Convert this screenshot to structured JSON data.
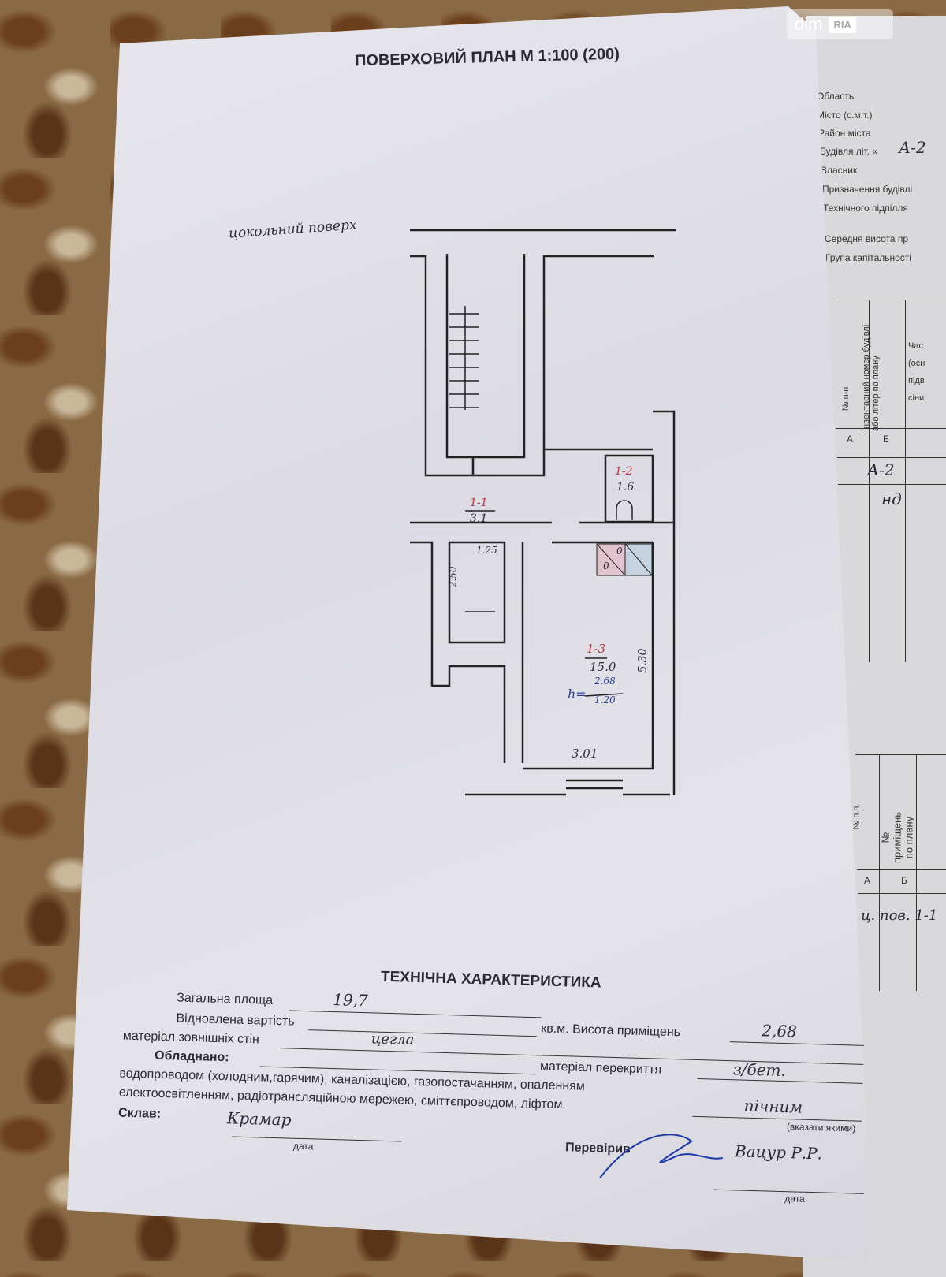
{
  "plan": {
    "title": "ПОВЕРХОВИЙ ПЛАН М 1:100 (200)",
    "floor_note": "цокольний поверх",
    "rooms": [
      {
        "id": "1-1",
        "area": "3.1"
      },
      {
        "id": "1-2",
        "area": "1.6"
      },
      {
        "id": "1-3",
        "area": "15.0"
      }
    ],
    "dimensions": {
      "d1": "1.25",
      "d2": "2.50",
      "d3": "5.30",
      "d4": "3.01"
    },
    "height_note": {
      "prefix": "h=",
      "top": "2.68",
      "bottom": "1.20"
    },
    "fixture_marks": [
      "0",
      "0"
    ]
  },
  "tech": {
    "title": "ТЕХНІЧНА ХАРАКТЕРИСТИКА",
    "total_area_label": "Загальна площа",
    "total_area_value": "19,7",
    "restored_cost_label": "Відновлена вартість",
    "sqm_height_label": "кв.м. Висота приміщень",
    "height_value": "2,68",
    "wall_material_label": "матеріал зовнішніх стін",
    "wall_material_value": "цегла",
    "equipped_label": "Обладнано:",
    "floor_material_label": "матеріал перекриття",
    "floor_material_value": "з/бет.",
    "equip_line1": "водопроводом (холодним,гарячим), каналізацією, газопостачанням, опаленням",
    "heating_value": "пічним",
    "equip_line2": "електоосвітленням, радіотрансляційною мережею, сміттєпроводом, ліфтом.",
    "compiled_label": "Склав:",
    "compiled_value": "Крамар",
    "date_label": "дата",
    "specify_label": "(вказати якими)",
    "checked_label": "Перевірив",
    "checked_value": "Вацур Р.Р.",
    "date_label2": "дата"
  },
  "side_sheet": {
    "fields": [
      "Область",
      "Місто (с.м.т.)",
      "Район міста",
      "Будівля літ. «",
      "Власник",
      "Призначення будівлі",
      "Технічного підпілля",
      "Середня висота пр",
      "Група капітальності"
    ],
    "building_letter": "А-2",
    "table1_headers": [
      "№ п-п",
      "Інвентарний номер будівлі або літер по плану",
      "Час (осн підв сіни"
    ],
    "table1_letters": [
      "А",
      "Б"
    ],
    "table1_values": [
      "А-2",
      "нд"
    ],
    "table2_headers": [
      "№ п.п.",
      "№ приміщень по плану"
    ],
    "table2_letters": [
      "А",
      "Б"
    ],
    "table2_value": "ц. пов. 1-1"
  },
  "watermark": {
    "left": "dim",
    "right": "RIA"
  }
}
